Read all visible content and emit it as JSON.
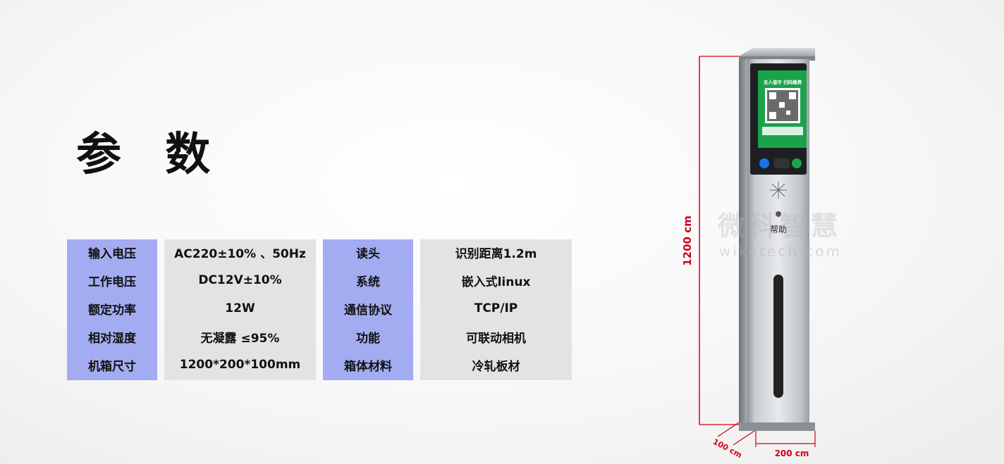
{
  "title": "参 数",
  "specs": [
    {
      "k1": "输入电压",
      "v1": "AC220±10% 、50Hz",
      "k2": "读头",
      "v2": "识别距离1.2m"
    },
    {
      "k1": "工作电压",
      "v1": "DC12V±10%",
      "k2": "系统",
      "v2": "嵌入式linux"
    },
    {
      "k1": "额定功率",
      "v1": "12W",
      "k2": "通信协议",
      "v2": "TCP/IP"
    },
    {
      "k1": "相对湿度",
      "v1": "无凝露 ≤95%",
      "k2": "功能",
      "v2": "可联动相机"
    },
    {
      "k1": "机箱尺寸",
      "v1": "1200*200*100mm",
      "k2": "箱体材料",
      "v2": "冷轧板材"
    }
  ],
  "device": {
    "screen_line1": "无人值守  扫码缴费",
    "help_label": "帮助",
    "dim_height": "1200 cm",
    "dim_depth": "100 cm",
    "dim_width": "200 cm"
  },
  "watermark": {
    "cn": "微科智慧",
    "en": "wiketech.com"
  },
  "colors": {
    "key_cell": "#a3acf1",
    "value_cell": "#e3e3e3",
    "dimension_line": "#d0021b",
    "screen_green": "#1aa34a"
  }
}
